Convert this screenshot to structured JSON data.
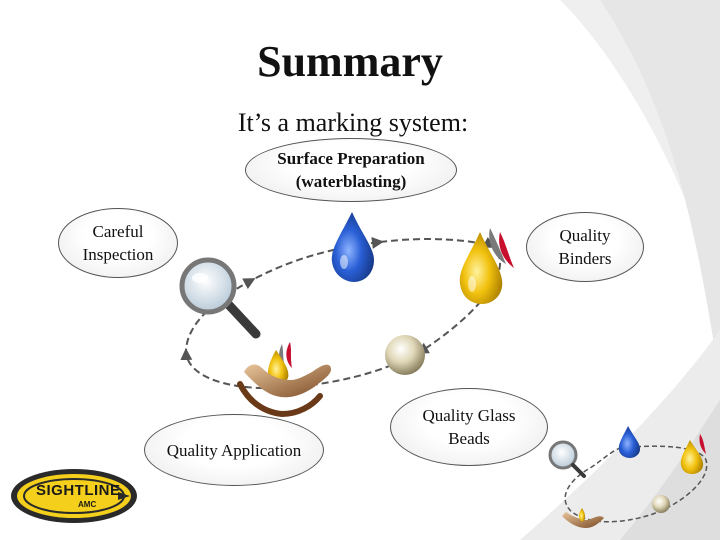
{
  "slide": {
    "title": "Summary",
    "subtitle": "It’s a marking system:"
  },
  "steps": {
    "prep": [
      "Surface Preparation",
      "(waterblasting)"
    ],
    "inspection": [
      "Careful",
      "Inspection"
    ],
    "binders": [
      "Quality",
      "Binders"
    ],
    "beads": [
      "Quality Glass",
      "Beads"
    ],
    "application": "Quality Application"
  },
  "logo": {
    "name": "SIGHTLINE",
    "sub": "AMC"
  },
  "colors": {
    "water_drop": "#2a5fd6",
    "binder_drop": "#f2c20f",
    "flame_red": "#c8102e",
    "logo_yellow": "#f4cf1c"
  },
  "icons": [
    "water-drop-icon",
    "binder-drop-icon",
    "magnifier-icon",
    "glass-bead-icon",
    "hand-icon"
  ]
}
